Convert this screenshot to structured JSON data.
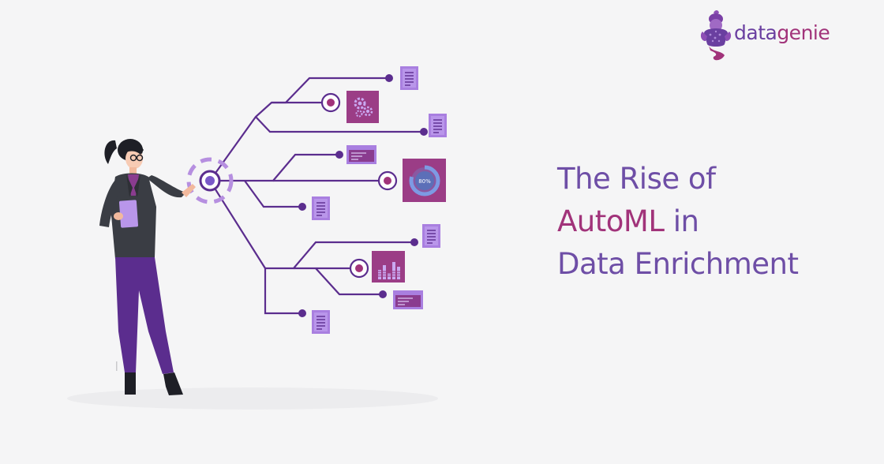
{
  "brand": {
    "name_part1": "data",
    "name_part2": "genie",
    "logo_icon": "genie-icon",
    "colors": {
      "primary": "#6a3fa0",
      "accent": "#a1337a"
    }
  },
  "headline": {
    "line1": "The Rise of",
    "line2_accent": "AutoML",
    "line2_rest": " in",
    "line3": "Data Enrichment"
  },
  "illustration": {
    "gauge_label": "80%",
    "icons": [
      "gears-icon",
      "gauge-icon",
      "bar-chart-icon",
      "document-icon",
      "window-icon"
    ]
  }
}
